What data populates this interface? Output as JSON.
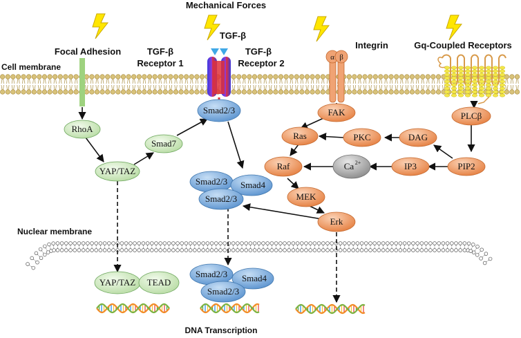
{
  "labels": {
    "mechanical_forces": "Mechanical Forces",
    "focal_adhesion": "Focal Adhesion",
    "cell_membrane": "Cell membrane",
    "tgfb_ligand": "TGF-β",
    "tgfb_r1_line1": "TGF-β",
    "tgfb_r1_line2": "Receptor 1",
    "tgfb_r2_line1": "TGF-β",
    "tgfb_r2_line2": "Receptor 2",
    "integrin": "Integrin",
    "integrin_alpha": "α",
    "integrin_beta": "β",
    "gq_receptors": "Gq-Coupled Receptors",
    "nuclear_membrane": "Nuclear membrane",
    "dna_transcription": "DNA Transcription"
  },
  "nodes": {
    "rhoa": "RhoA",
    "smad7": "Smad7",
    "yap_taz": "YAP/TAZ",
    "smad23_top": "Smad2/3",
    "smad23_a": "Smad2/3",
    "smad4_a": "Smad4",
    "smad23_b": "Smad2/3",
    "fak": "FAK",
    "ras": "Ras",
    "pkc": "PKC",
    "dag": "DAG",
    "plcb": "PLCβ",
    "raf": "Raf",
    "ca": "Ca",
    "ca_sup": "2+",
    "ip3": "IP3",
    "pip2": "PIP2",
    "mek": "MEK",
    "erk": "Erk",
    "yap_taz_nuc": "YAP/TAZ",
    "tead": "TEAD",
    "smad23_nuc_a": "Smad2/3",
    "smad4_nuc": "Smad4",
    "smad23_nuc_b": "Smad2/3"
  },
  "colors": {
    "green_node": "#d4ecc6",
    "blue_node": "#7fb0de",
    "orange_node": "#f0a374",
    "grey_node": "#a9a9a9",
    "lightning": "#ffe600",
    "membrane_head": "#d8c27a"
  }
}
